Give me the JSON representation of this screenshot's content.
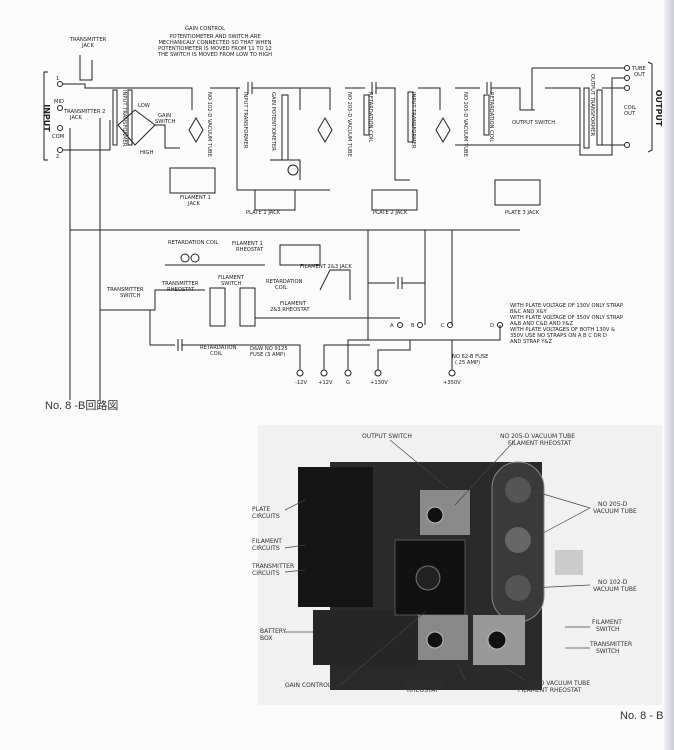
{
  "schematic": {
    "gain_control_title": "GAIN CONTROL",
    "gain_control_note": [
      "POTENTIOMETER AND SWITCH ARE",
      "MECHANICALY CONNECTED SO THAT WHEN",
      "POTENTIOMETER IS MOVED FROM 11 TO 12",
      "THE SWITCH IS MOVED FROM LOW TO HIGH"
    ],
    "transmitter_jack": [
      "TRANSMITTER",
      "JACK"
    ],
    "input": "INPUT",
    "input_terminals": [
      "1",
      "MID",
      "COM",
      "2"
    ],
    "transmitter2_jack": [
      "TRANSMITTER 2",
      "JACK"
    ],
    "input_transformer": "INPUT TRANSFORMER",
    "low": "LOW",
    "high": "HIGH",
    "gain_switch": [
      "GAIN",
      "SWITCH"
    ],
    "tube_102d": "NO 102-D VACUUM TUBE",
    "gain_potentiometer": "GAIN POTENTIOMETER",
    "tube_205d": "NO 205-D VACUUM TUBE",
    "retardation_coil": "RETARDATION COIL",
    "output_transformer": "OUTPUT TRANSFORMER",
    "output_switch": "OUTPUT SWITCH",
    "tube_out": [
      "TUBE",
      "OUT"
    ],
    "coil_out": [
      "COIL",
      "OUT"
    ],
    "output": "OUTPUT",
    "filament1_jack": [
      "FILAMENT 1",
      "JACK"
    ],
    "plate1_jack": "PLATE 1 JACK",
    "plate2_jack": "PLATE 2 JACK",
    "plate3_jack": "PLATE 3 JACK",
    "filament1_rheostat": [
      "FILAMENT 1",
      "RHEOSTAT"
    ],
    "filament23_jack": "FILAMENT 2&3 JACK",
    "transmitter_switch": [
      "TRANSMITTER",
      "SWITCH"
    ],
    "transmitter_rheostat": [
      "TRANSMITTER",
      "RHEOSTAT"
    ],
    "filament_switch": [
      "FILAMENT",
      "SWITCH"
    ],
    "retardation_coil_2": [
      "RETARDATION",
      "COIL"
    ],
    "filament23_rheostat": [
      "FILAMENT",
      "2&3 RHEOSTAT"
    ],
    "fuse_9125": [
      "D&W NO 9125",
      "FUSE (3 AMP)"
    ],
    "fuse_62b": [
      "NO 62-B FUSE",
      "(.25 AMP)"
    ],
    "straps": [
      "A",
      "B",
      "C",
      "D"
    ],
    "terminals": [
      "-12V",
      "+12V",
      "G",
      "+130V",
      "+350V"
    ],
    "strap_note": [
      "WITH PLATE VOLTAGE OF 130V ONLY STRAP",
      "B&C AND X&Y",
      "WITH PLATE VOLTAGE OF 350V ONLY STRAP",
      "A&B AND C&D AND Y&Z",
      "WITH PLATE VOLTAGES OF BOTH 130V &",
      "350V USE NO STRAPS ON A B C OR D",
      "AND STRAP Y&Z"
    ]
  },
  "schematic_caption": "No. 8 -B回路図",
  "photo": {
    "output_switch": "OUTPUT SWITCH",
    "rheostat_205d": [
      "NO 205-D VACUUM TUBE",
      "FILAMENT RHEOSTAT"
    ],
    "plate_circuits": [
      "PLATE",
      "CIRCUITS"
    ],
    "filament_circuits": [
      "FILAMENT",
      "CIRCUITS"
    ],
    "transmitter_circuits": [
      "TRANSMITTER",
      "CIRCUITS"
    ],
    "tube_205d": [
      "NO 205-D",
      "VACUUM TUBE"
    ],
    "tube_102d": [
      "NO 102-D",
      "VACUUM TUBE"
    ],
    "filament_switch": [
      "FILAMENT",
      "SWITCH"
    ],
    "transmitter_switch": [
      "TRANSMITTER",
      "SWITCH"
    ],
    "battery_box": [
      "BATTERY",
      "BOX"
    ],
    "gain_control": "GAIN CONTROL",
    "transmitter_rheostat": [
      "TRANSMITTER",
      "RHEOSTAT"
    ],
    "rheostat_102d": [
      "NO 102-D VACUUM TUBE",
      "FILAMENT RHEOSTAT"
    ]
  },
  "photo_caption": "No. 8 - B"
}
